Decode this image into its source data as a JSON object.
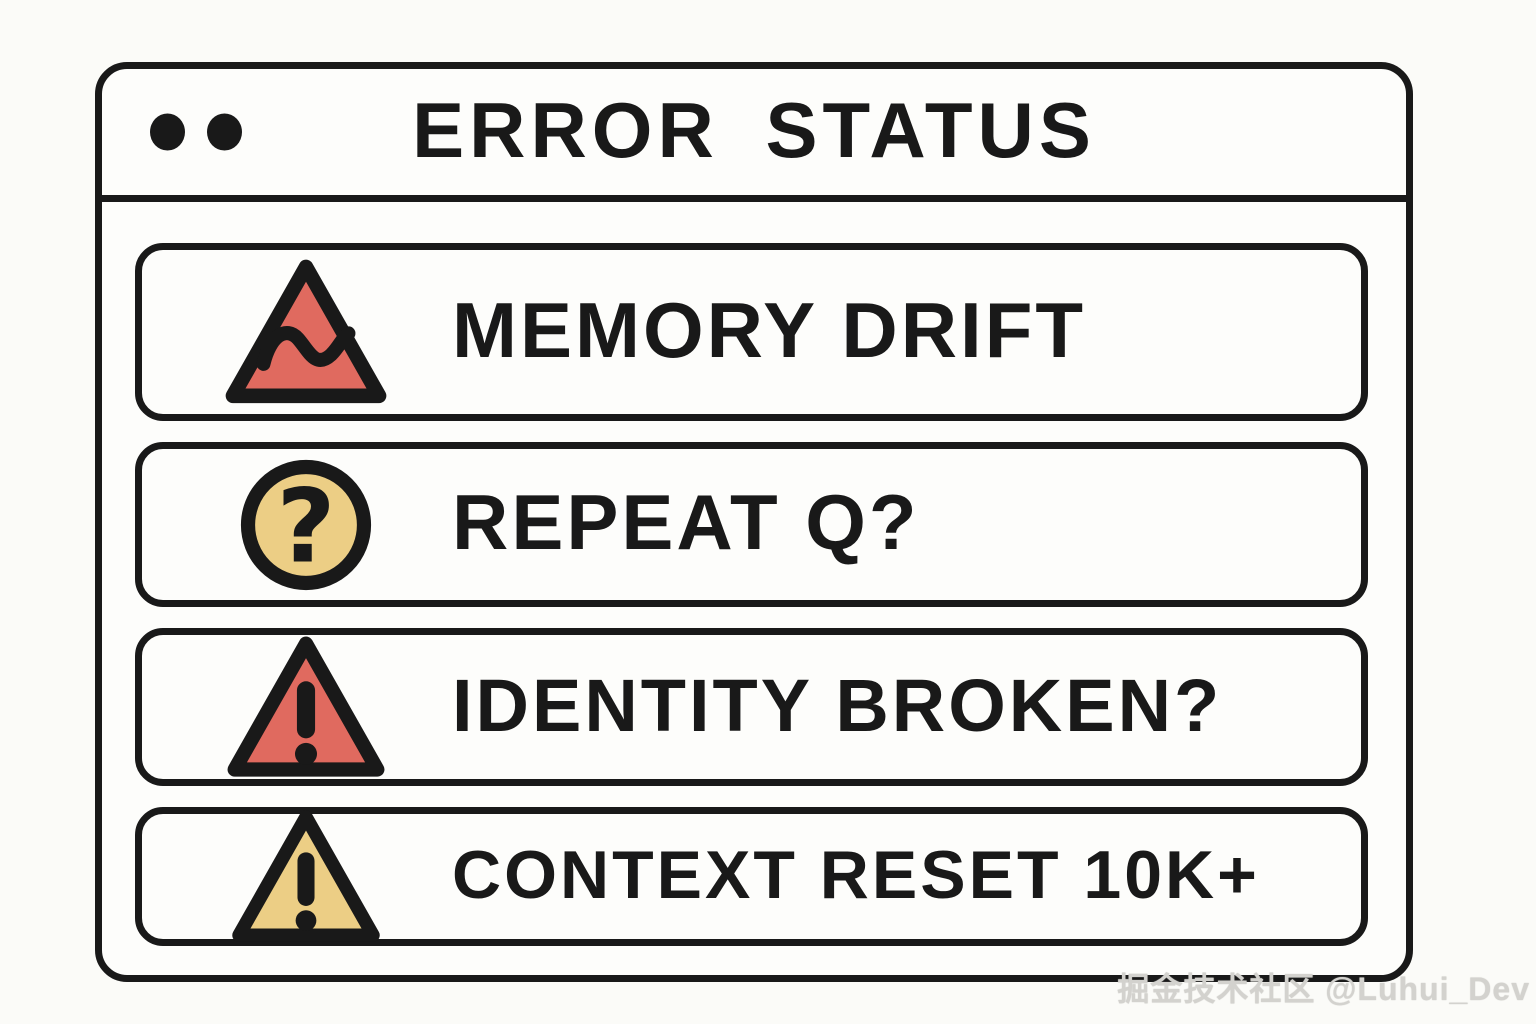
{
  "window": {
    "title": "ERROR STATUS",
    "rows": [
      {
        "id": "memory-drift",
        "label": "MEMORY DRIFT",
        "icon": "drift-triangle-icon",
        "color": "red"
      },
      {
        "id": "repeat-q",
        "label": "REPEAT Q?",
        "icon": "question-circle-icon",
        "color": "yellow"
      },
      {
        "id": "identity-broken",
        "label": "IDENTITY BROKEN?",
        "icon": "exclamation-triangle-icon",
        "color": "red"
      },
      {
        "id": "context-reset",
        "label": "CONTEXT RESET 10K+",
        "icon": "exclamation-triangle-icon",
        "color": "yellow"
      }
    ]
  },
  "colors": {
    "ink": "#191919",
    "background": "#FBFBF8",
    "red": "#E06A5F",
    "yellow": "#ECCE85"
  },
  "watermark": "掘金技术社区 @Luhui_Dev"
}
